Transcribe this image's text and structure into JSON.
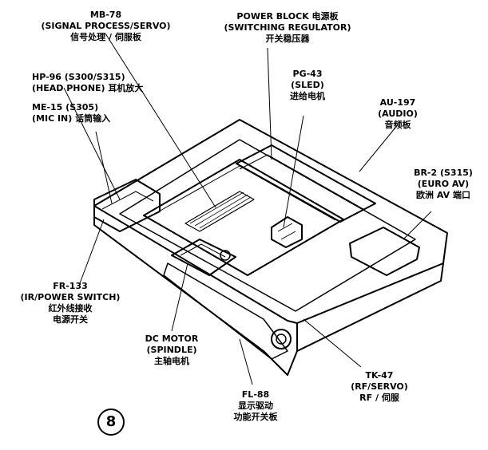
{
  "figure_number": "8",
  "labels": {
    "mb78": [
      "MB-78",
      "(SIGNAL PROCESS/SERVO)",
      "信号处理 / 伺服板"
    ],
    "power": [
      "POWER BLOCK 电源板",
      "(SWITCHING REGULATOR)",
      "开关稳压器"
    ],
    "hp96": [
      "HP-96 (S300/S315)",
      "(HEAD PHONE) 耳机放大"
    ],
    "me15": [
      "ME-15 (S305)",
      "(MIC IN) 话筒输入"
    ],
    "pg43": [
      "PG-43",
      "(SLED)",
      "进给电机"
    ],
    "au197": [
      "AU-197",
      "(AUDIO)",
      "音频板"
    ],
    "br2": [
      "BR-2 (S315)",
      "(EURO AV)",
      "欧洲 AV 端口"
    ],
    "fr133": [
      "FR-133",
      "(IR/POWER SWITCH)",
      "红外线接收",
      "电源开关"
    ],
    "dcmotor": [
      "DC MOTOR",
      "(SPINDLE)",
      "主轴电机"
    ],
    "tk47": [
      "TK-47",
      "(RF/SERVO)",
      "RF / 伺服"
    ],
    "fl88": [
      "FL-88",
      "显示驱动",
      "功能开关板"
    ]
  }
}
